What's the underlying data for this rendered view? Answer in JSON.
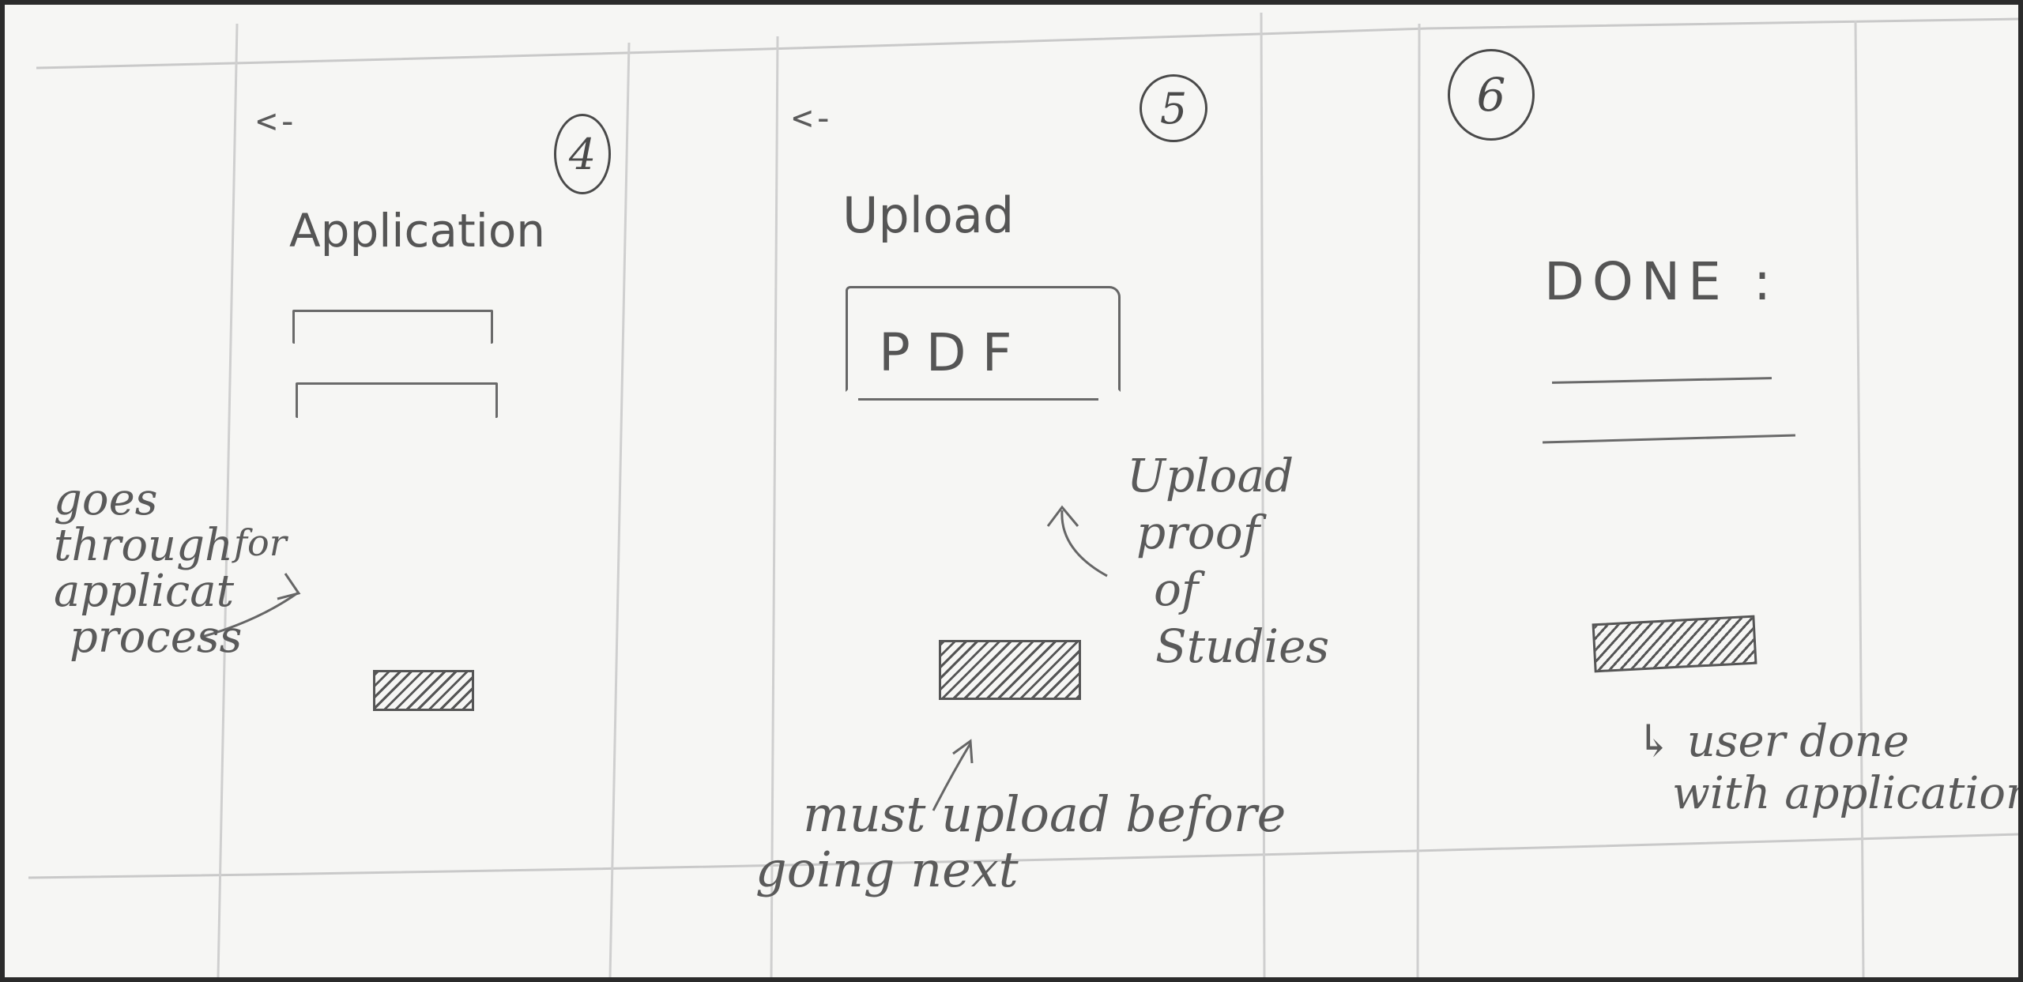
{
  "screens": [
    {
      "number": "4",
      "back_glyph": "<-",
      "title": "Application",
      "note": [
        "goes",
        "through",
        "applicat",
        "process"
      ],
      "note_extra": "for"
    },
    {
      "number": "5",
      "back_glyph": "<-",
      "title": "Upload",
      "box_label": "PDF",
      "note_right": [
        "Upload",
        "proof",
        "of",
        "Studies"
      ],
      "note_bottom": [
        "must upload before",
        "going next"
      ]
    },
    {
      "number": "6",
      "title": "DONE :",
      "note": [
        "↳ user done",
        "with application"
      ]
    }
  ]
}
